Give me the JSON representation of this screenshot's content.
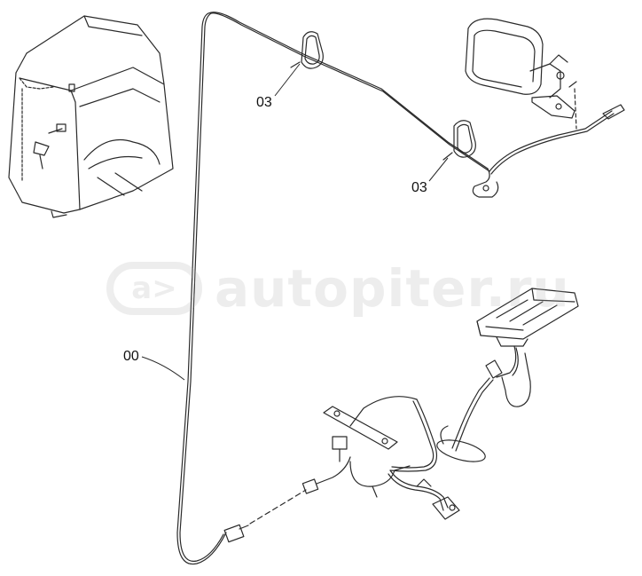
{
  "callouts": {
    "clip_top": "03",
    "clip_bottom": "03",
    "harness": "00"
  },
  "watermark": {
    "logo_text": "a>",
    "site_text": "autopiter.ru"
  },
  "colors": {
    "line": "#2a2a2a",
    "watermark": "#b0b0b0"
  }
}
